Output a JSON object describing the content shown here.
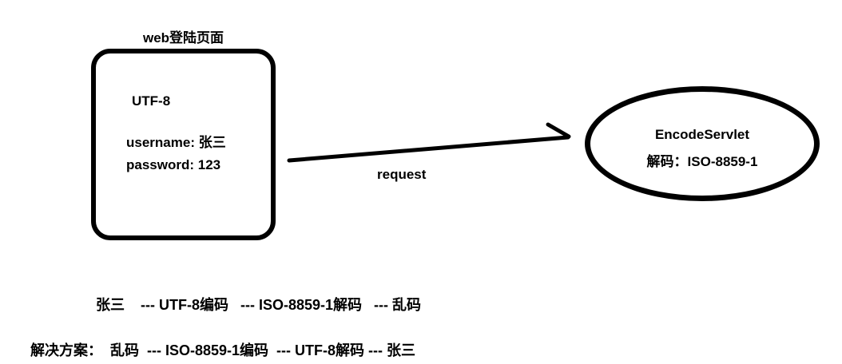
{
  "colors": {
    "ink": "#000000",
    "background": "#ffffff"
  },
  "login_box": {
    "title": "web登陆页面",
    "encoding_label": "UTF-8",
    "username_line": "username: 张三",
    "password_line": "password: 123"
  },
  "request_arrow": {
    "label": "request"
  },
  "encode_servlet": {
    "name": "EncodeServlet",
    "decode_line": "解码：ISO-8859-1"
  },
  "notes": {
    "flow_line": "张三    --- UTF-8编码   --- ISO-8859-1解码   --- 乱码",
    "solution_line": "解决方案：  乱码  --- ISO-8859-1编码  --- UTF-8解码 --- 张三"
  }
}
